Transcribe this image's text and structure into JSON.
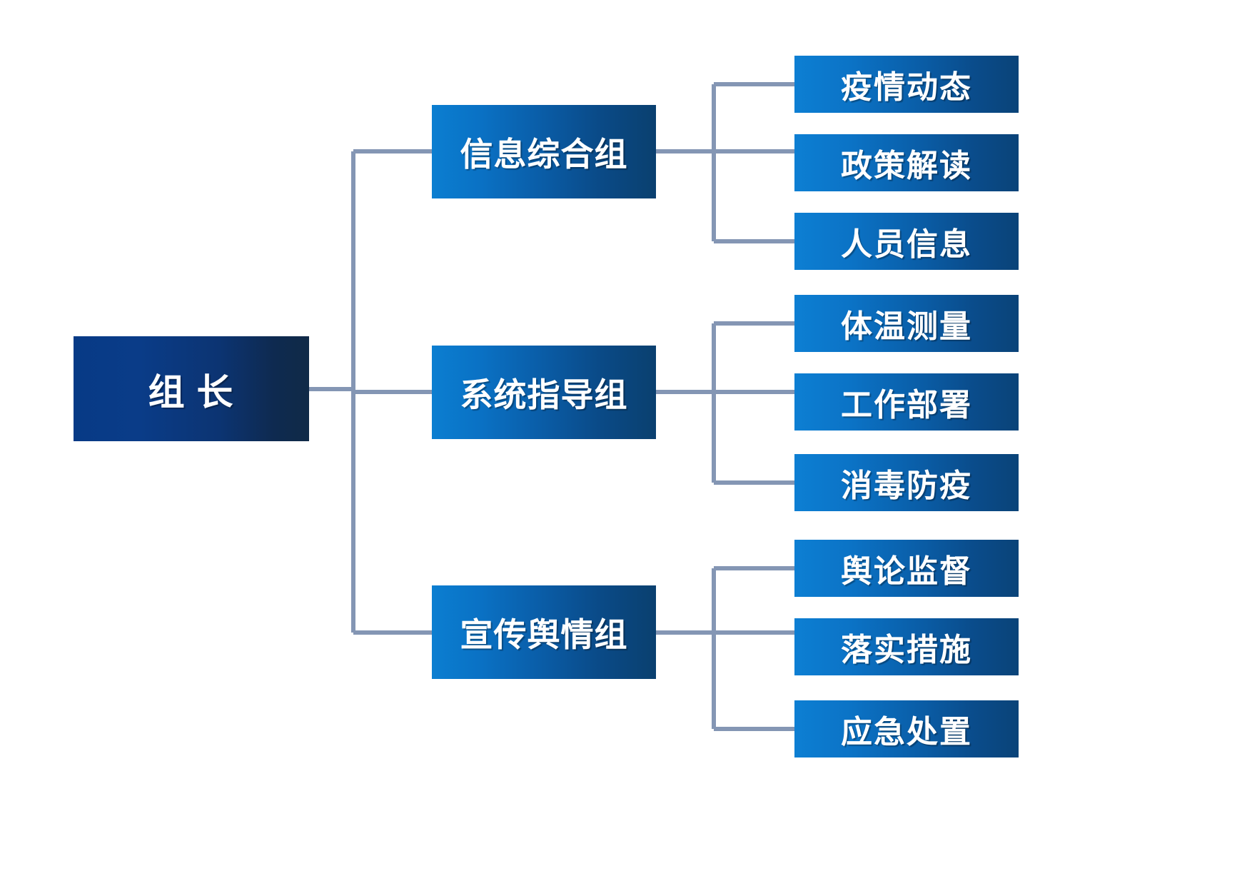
{
  "chart_title": "",
  "theme": {
    "background": "#ffffff",
    "connector_color": "#8496b4",
    "root_gradient_start": "#073a86",
    "root_gradient_end": "#102a47",
    "branch_gradient_start": "#0b7ed1",
    "branch_gradient_end": "#0a406f",
    "leaf_gradient_start": "#0d7fd3",
    "leaf_gradient_end": "#0a4378",
    "text_color": "#ffffff"
  },
  "root": {
    "label": "组        长"
  },
  "branches": [
    {
      "label": "信息综合组",
      "children": [
        {
          "label": "疫情动态"
        },
        {
          "label": "政策解读"
        },
        {
          "label": "人员信息"
        }
      ]
    },
    {
      "label": "系统指导组",
      "children": [
        {
          "label": "体温测量"
        },
        {
          "label": "工作部署"
        },
        {
          "label": "消毒防疫"
        }
      ]
    },
    {
      "label": "宣传舆情组",
      "children": [
        {
          "label": "舆论监督"
        },
        {
          "label": "落实措施"
        },
        {
          "label": "应急处置"
        }
      ]
    }
  ]
}
